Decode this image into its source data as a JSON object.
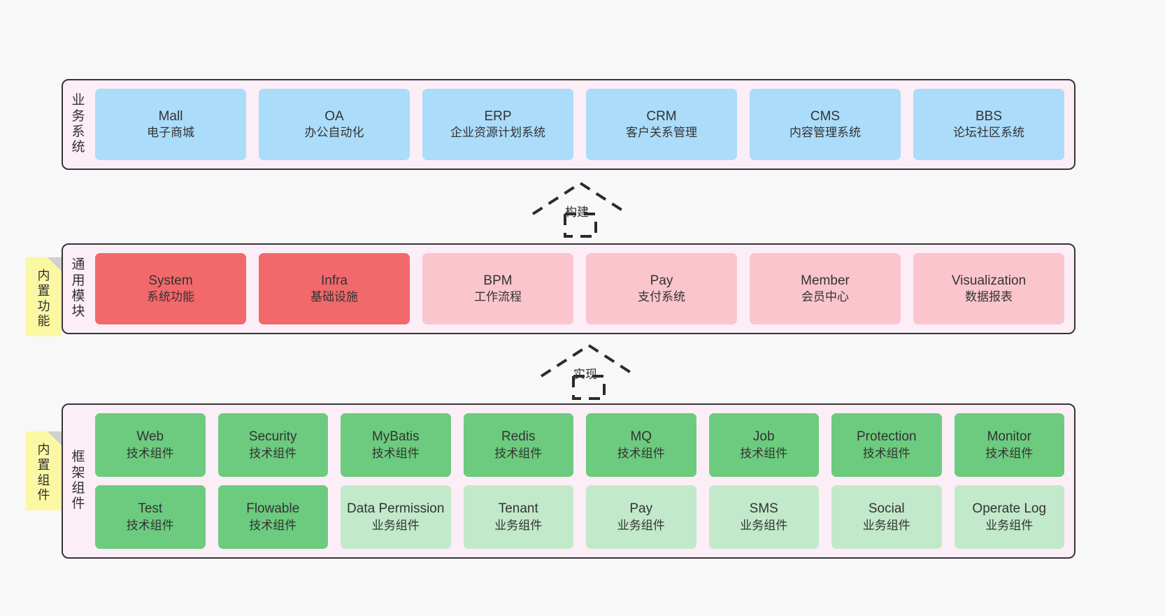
{
  "diagram": {
    "background_color": "#f8f8f8",
    "layer_fill": "#fbeef7",
    "layer_border": "#39343a"
  },
  "notes": [
    {
      "id": "builtin-function",
      "text_lines": [
        "内",
        "置",
        "功",
        "能"
      ],
      "color": "#fbf8a4"
    },
    {
      "id": "builtin-component",
      "text_lines": [
        "内",
        "置",
        "组",
        "件"
      ],
      "color": "#fbf8a4"
    }
  ],
  "arrows": [
    {
      "id": "build",
      "label": "构建",
      "style": "dashed-hollow-generalization",
      "direction": "up"
    },
    {
      "id": "implement",
      "label": "实现",
      "style": "dashed-hollow-generalization",
      "direction": "up"
    }
  ],
  "layers": [
    {
      "id": "business-system",
      "title_chars": [
        "业",
        "务",
        "系",
        "统"
      ],
      "rows": [
        {
          "cards": [
            {
              "en": "Mall",
              "cn": "电子商城",
              "color": "#abdcfa",
              "kind": "blue"
            },
            {
              "en": "OA",
              "cn": "办公自动化",
              "color": "#abdcfa",
              "kind": "blue"
            },
            {
              "en": "ERP",
              "cn": "企业资源计划系统",
              "color": "#abdcfa",
              "kind": "blue"
            },
            {
              "en": "CRM",
              "cn": "客户关系管理",
              "color": "#abdcfa",
              "kind": "blue"
            },
            {
              "en": "CMS",
              "cn": "内容管理系统",
              "color": "#abdcfa",
              "kind": "blue"
            },
            {
              "en": "BBS",
              "cn": "论坛社区系统",
              "color": "#abdcfa",
              "kind": "blue"
            }
          ]
        }
      ]
    },
    {
      "id": "common-modules",
      "title_chars": [
        "通",
        "用",
        "模",
        "块"
      ],
      "rows": [
        {
          "cards": [
            {
              "en": "System",
              "cn": "系统功能",
              "color": "#f2696b",
              "kind": "red"
            },
            {
              "en": "Infra",
              "cn": "基础设施",
              "color": "#f2696b",
              "kind": "red"
            },
            {
              "en": "BPM",
              "cn": "工作流程",
              "color": "#fbc5cd",
              "kind": "pink"
            },
            {
              "en": "Pay",
              "cn": "支付系统",
              "color": "#fbc5cd",
              "kind": "pink"
            },
            {
              "en": "Member",
              "cn": "会员中心",
              "color": "#fbc5cd",
              "kind": "pink"
            },
            {
              "en": "Visualization",
              "cn": "数据报表",
              "color": "#fbc5cd",
              "kind": "pink"
            }
          ]
        }
      ]
    },
    {
      "id": "framework-components",
      "title_chars": [
        "框",
        "架",
        "组",
        "件"
      ],
      "rows": [
        {
          "cards": [
            {
              "en": "Web",
              "cn": "技术组件",
              "color": "#6ccb7e",
              "kind": "green"
            },
            {
              "en": "Security",
              "cn": "技术组件",
              "color": "#6ccb7e",
              "kind": "green"
            },
            {
              "en": "MyBatis",
              "cn": "技术组件",
              "color": "#6ccb7e",
              "kind": "green"
            },
            {
              "en": "Redis",
              "cn": "技术组件",
              "color": "#6ccb7e",
              "kind": "green"
            },
            {
              "en": "MQ",
              "cn": "技术组件",
              "color": "#6ccb7e",
              "kind": "green"
            },
            {
              "en": "Job",
              "cn": "技术组件",
              "color": "#6ccb7e",
              "kind": "green"
            },
            {
              "en": "Protection",
              "cn": "技术组件",
              "color": "#6ccb7e",
              "kind": "green"
            },
            {
              "en": "Monitor",
              "cn": "技术组件",
              "color": "#6ccb7e",
              "kind": "green"
            }
          ]
        },
        {
          "cards": [
            {
              "en": "Test",
              "cn": "技术组件",
              "color": "#6ccb7e",
              "kind": "green"
            },
            {
              "en": "Flowable",
              "cn": "技术组件",
              "color": "#6ccb7e",
              "kind": "green"
            },
            {
              "en": "Data Permission",
              "cn": "业务组件",
              "color": "#c2e9c9",
              "kind": "lightgreen"
            },
            {
              "en": "Tenant",
              "cn": "业务组件",
              "color": "#c2e9c9",
              "kind": "lightgreen"
            },
            {
              "en": "Pay",
              "cn": "业务组件",
              "color": "#c2e9c9",
              "kind": "lightgreen"
            },
            {
              "en": "SMS",
              "cn": "业务组件",
              "color": "#c2e9c9",
              "kind": "lightgreen"
            },
            {
              "en": "Social",
              "cn": "业务组件",
              "color": "#c2e9c9",
              "kind": "lightgreen"
            },
            {
              "en": "Operate Log",
              "cn": "业务组件",
              "color": "#c2e9c9",
              "kind": "lightgreen"
            }
          ]
        }
      ]
    }
  ]
}
